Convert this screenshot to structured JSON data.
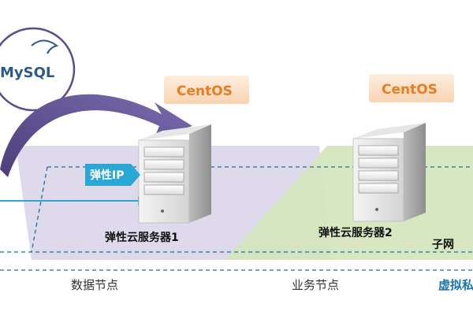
{
  "labels": {
    "mysql": "MySQL",
    "os_left": "CentOS",
    "os_right": "CentOS",
    "eip": "弹性IP",
    "server1": "弹性云服务器1",
    "server2": "弹性云服务器2",
    "subnet": "子网",
    "zone_data": "数据节点",
    "zone_business": "业务节点",
    "vnet": "虚拟私"
  },
  "colors": {
    "data_zone": "#dcd8ea",
    "business_zone": "#d5e6bf",
    "os_badge_fill": "#fce4cf",
    "os_text": "#e67e22",
    "eip_fill": "#2ba7d6",
    "arrow": "#5b4c8c",
    "dashed_line": "#1a6fa0",
    "network_line": "#2ba7d6"
  }
}
